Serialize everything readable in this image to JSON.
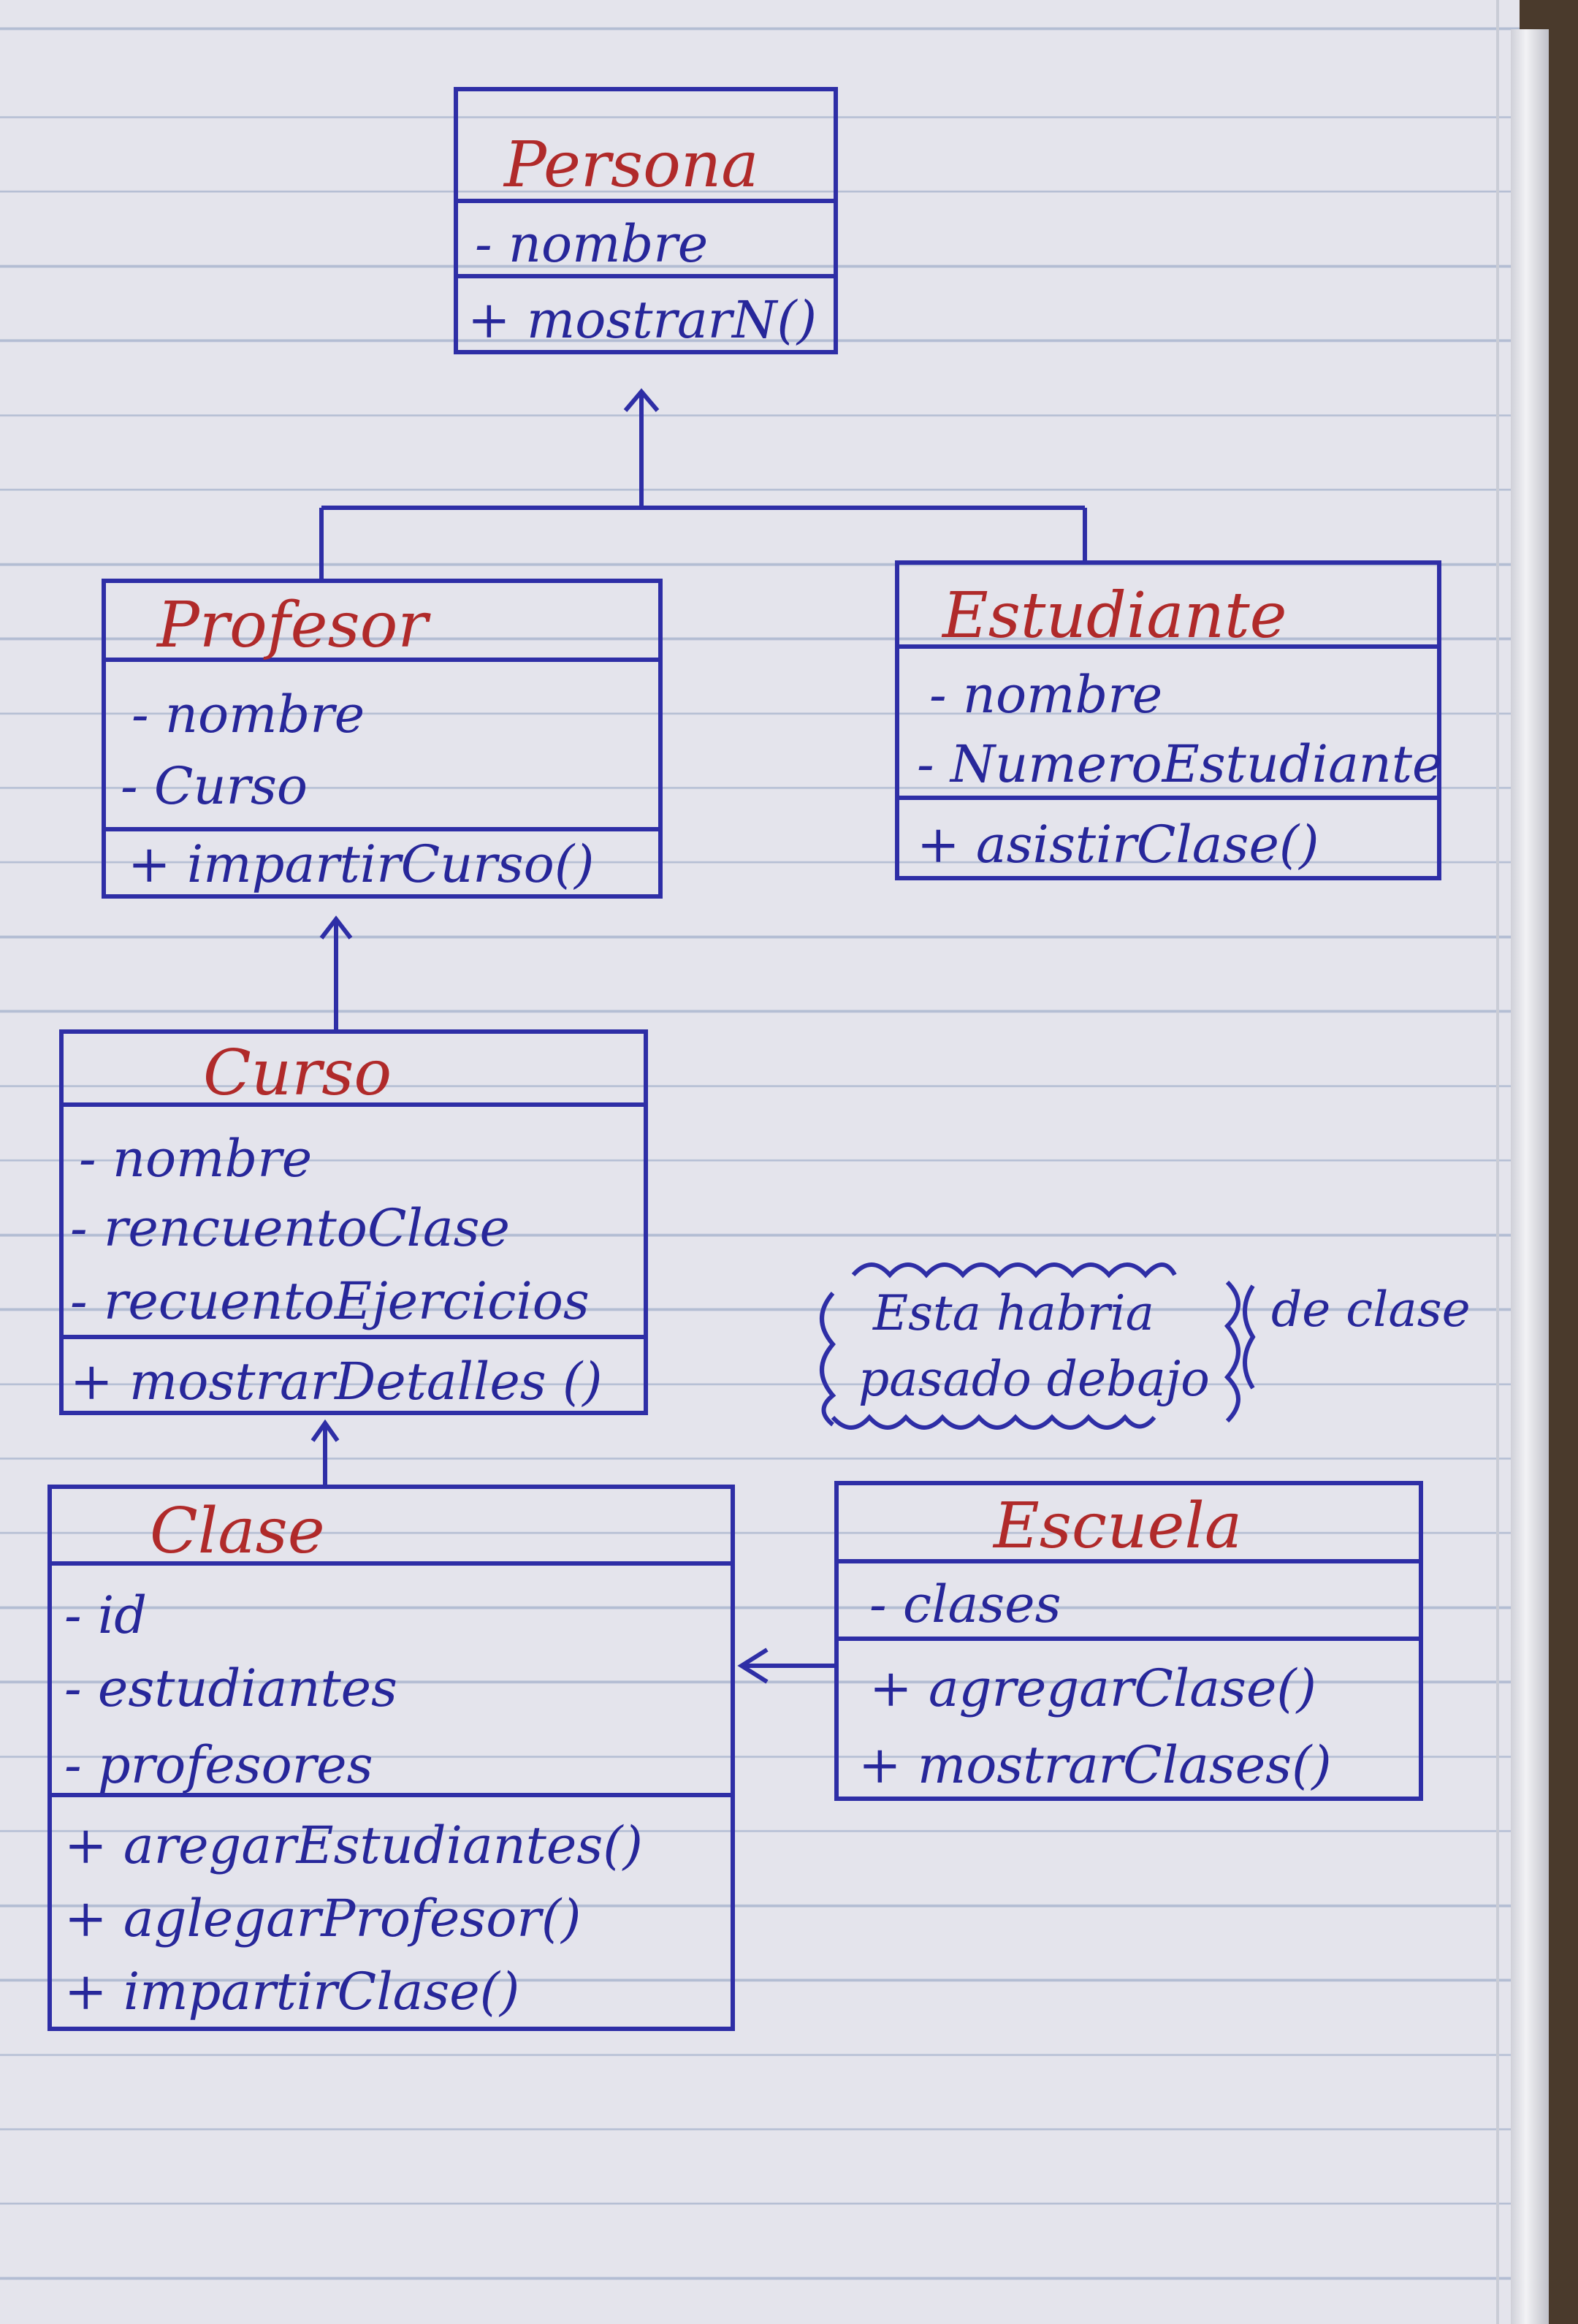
{
  "diagram": {
    "classes": [
      {
        "id": "persona",
        "name": "Persona",
        "attributes": [
          "- nombre"
        ],
        "methods": [
          "+ mostrarN()"
        ]
      },
      {
        "id": "profesor",
        "name": "Profesor",
        "attributes": [
          "- nombre",
          "- Curso"
        ],
        "methods": [
          "+ impartirCurso()"
        ]
      },
      {
        "id": "estudiante",
        "name": "Estudiante",
        "attributes": [
          "- nombre",
          "- NumeroEstudiante"
        ],
        "methods": [
          "+ asistirClase()"
        ]
      },
      {
        "id": "curso",
        "name": "Curso",
        "attributes": [
          "- nombre",
          "- rencuentoClase",
          "- recuentoEjercicios"
        ],
        "methods": [
          "+ mostrarDetalles ()"
        ]
      },
      {
        "id": "clase",
        "name": "Clase",
        "attributes": [
          "- id",
          "- estudiantes",
          "- profesores"
        ],
        "methods": [
          "+ aregarEstudiantes()",
          "+ aglegarProfesor()",
          "+ impartirClase()"
        ]
      },
      {
        "id": "escuela",
        "name": "Escuela",
        "attributes": [
          "- clases"
        ],
        "methods": [
          "+ agregarClase()",
          "+ mostrarClases()"
        ]
      }
    ],
    "note": {
      "lines": [
        "Esta habria",
        "pasado debajo"
      ],
      "side_text": "de clase"
    },
    "colors": {
      "ink_blue": "#27279a",
      "ink_red": "#b02a2a",
      "paper": "#e4e4ec",
      "ruled_line": "#b3bdd3"
    }
  }
}
